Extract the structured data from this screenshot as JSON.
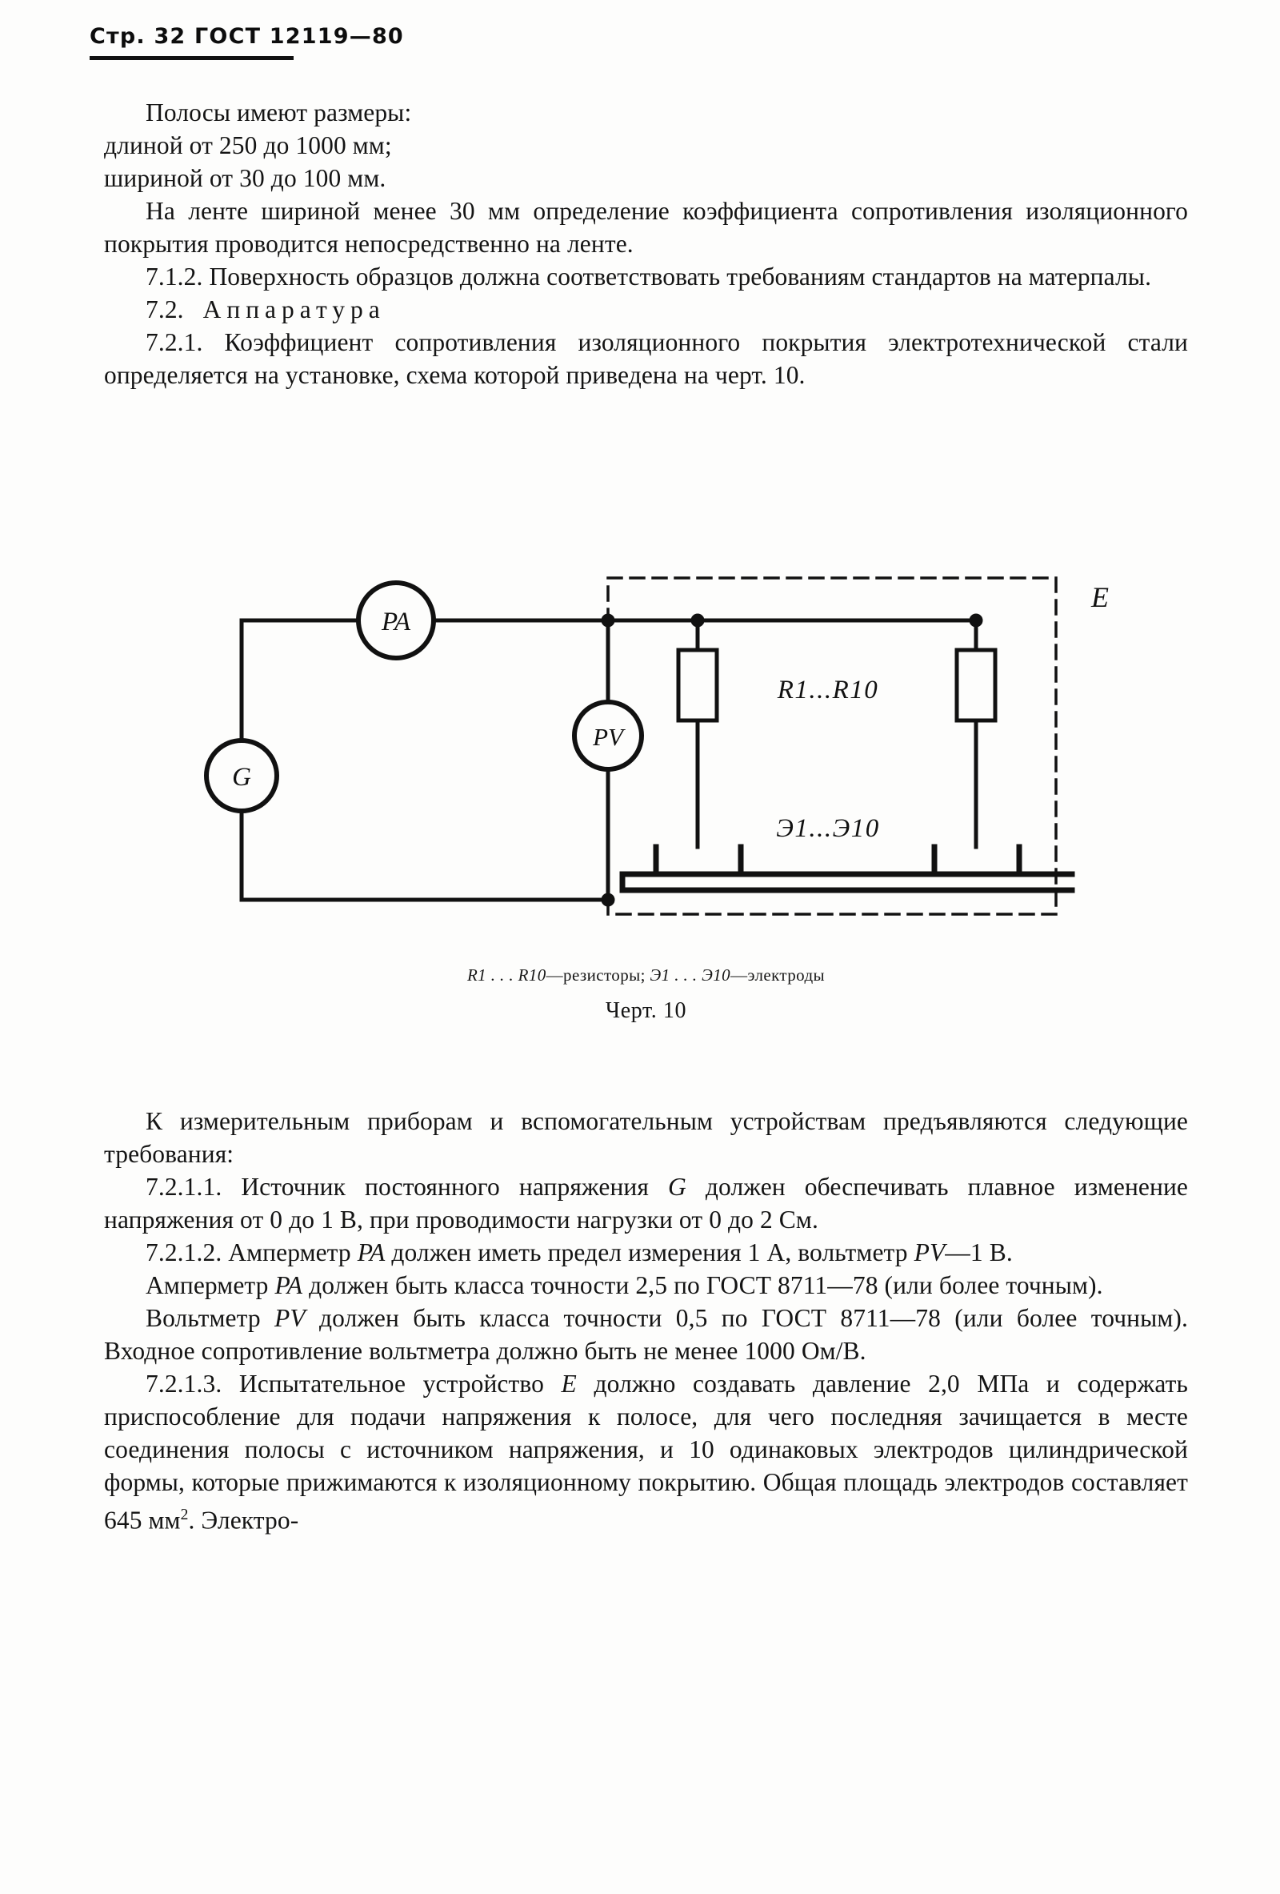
{
  "header": {
    "page_label": "Стр.",
    "page_number": "32",
    "standard": "ГОСТ 12119—80",
    "full": "Стр. 32 ГОСТ 12119—80"
  },
  "body_top": {
    "p1": "Полосы имеют размеры:",
    "p2": "длиной от 250 до 1000 мм;",
    "p3": "шириной от 30 до 100 мм.",
    "p4": "На ленте шириной менее 30 мм определение коэффициента сопротивления изоляционного покрытия проводится непосредственно на ленте.",
    "p5": "7.1.2. Поверхность образцов должна соответствовать требованиям стандартов на матерпалы.",
    "p6_number": "7.2.",
    "p6_title": "Аппаратура",
    "p7": "7.2.1. Коэффициент сопротивления изоляционного покрытия электротехнической стали определяется на установке, схема которой приведена на черт. 10."
  },
  "figure": {
    "labels": {
      "ammeter": "PA",
      "source": "G",
      "voltmeter": "PV",
      "device": "E",
      "resistors": "R1...R10",
      "electrodes": "Э1...Э10"
    },
    "legend_part1": "R1 . . . R10",
    "legend_part1_tail": "—резисторы;",
    "legend_part2": "Э1 . . . Э10",
    "legend_part2_tail": "—электроды",
    "number": "Черт. 10"
  },
  "body_bottom": {
    "p1": "К измерительным приборам  и вспомогательным  устройствам предъявляются следующие требования:",
    "p2_a": "7.2.1.1. Источник постоянного напряжения ",
    "p2_italic": "G",
    "p2_b": " должен обеспечивать плавное изменение напряжения от 0 до 1 В, при проводимости нагрузки от 0 до 2 См.",
    "p3_a": "7.2.1.2. Амперметр ",
    "p3_italic": "PA",
    "p3_b": " должен иметь предел измерения   1 А, вольтметр ",
    "p3_italic2": "PV",
    "p3_c": "—1 В.",
    "p4_a": "Амперметр ",
    "p4_italic": "PA",
    "p4_b": " должен быть класса точности   2,5 по    ГОСТ 8711—78 (или более точным).",
    "p5_a": "Вольтметр ",
    "p5_italic": "PV",
    "p5_b": " должен быть класса точности   0,5 по    ГОСТ 8711—78 (или более точным). Входное сопротивление вольтметра должно быть не менее 1000 Ом/В.",
    "p6_a": "7.2.1.3. Испытательное устройство ",
    "p6_italic": "E",
    "p6_b": " должно создавать давление 2,0 МПа и содержать приспособление для подачи напряжения к полосе, для чего последняя зачищается в месте соединения полосы с источником напряжения, и 10 одинаковых электродов цилиндрической формы, которые прижимаются к изоляционному    покрытию. Общая площадь электродов составляет 645 мм",
    "p6_sup": "2",
    "p6_c": ". Электро-"
  }
}
